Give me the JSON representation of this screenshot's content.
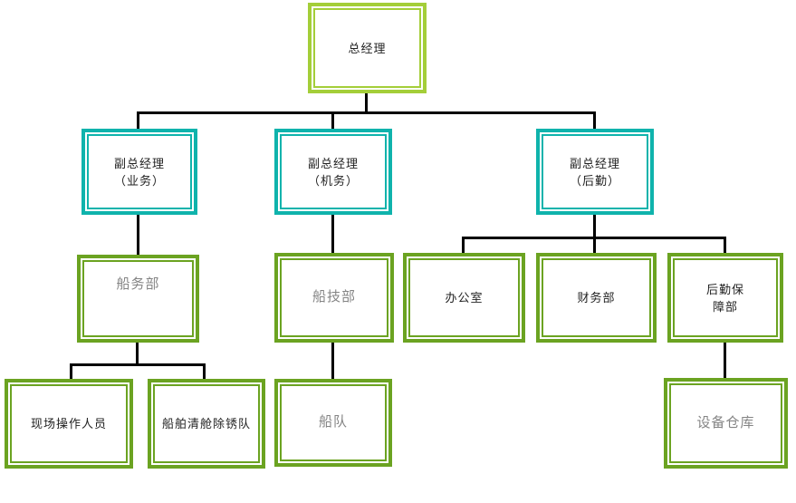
{
  "diagram": {
    "type": "org-chart",
    "language": "zh-CN",
    "levels": 4
  },
  "colors": {
    "level1_border": "#a4ce39",
    "level2_border": "#0fb3ac",
    "level3_border": "#6ba321",
    "connector": "#000000",
    "text_dark": "#222222",
    "text_gray": "#848484",
    "background": "#ffffff"
  },
  "nodes": {
    "gm": {
      "label": "总经理",
      "level": 1,
      "text_color": "#222222"
    },
    "dgm_business": {
      "label": "副总经理\n（业务）",
      "level": 2,
      "text_color": "#222222"
    },
    "dgm_machinery": {
      "label": "副总经理\n（机务）",
      "level": 2,
      "text_color": "#222222"
    },
    "dgm_logistics": {
      "label": "副总经理\n（后勤）",
      "level": 2,
      "text_color": "#222222"
    },
    "shipping_dept": {
      "label": "船务部",
      "level": 3,
      "text_color": "#848484"
    },
    "ship_tech_dept": {
      "label": "船技部",
      "level": 3,
      "text_color": "#848484"
    },
    "office": {
      "label": "办公室",
      "level": 3,
      "text_color": "#222222"
    },
    "finance_dept": {
      "label": "财务部",
      "level": 3,
      "text_color": "#222222"
    },
    "logistics_support_dept": {
      "label": "后勤保\n障部",
      "level": 3,
      "text_color": "#222222"
    },
    "field_operators": {
      "label": "现场操作人员",
      "level": 4,
      "text_color": "#222222"
    },
    "cleaning_derusting_team": {
      "label": "船舶清舱除锈队",
      "level": 4,
      "text_color": "#222222"
    },
    "fleet": {
      "label": "船队",
      "level": 4,
      "text_color": "#848484"
    },
    "equipment_warehouse": {
      "label": "设备仓库",
      "level": 4,
      "text_color": "#848484"
    }
  },
  "hierarchy": {
    "总经理": [
      "副总经理（业务）",
      "副总经理（机务）",
      "副总经理（后勤）"
    ],
    "副总经理（业务）": [
      "船务部"
    ],
    "副总经理（机务）": [
      "船技部"
    ],
    "副总经理（后勤）": [
      "办公室",
      "财务部",
      "后勤保障部"
    ],
    "船务部": [
      "现场操作人员",
      "船舶清舱除锈队"
    ],
    "船技部": [
      "船队"
    ],
    "后勤保障部": [
      "设备仓库"
    ]
  }
}
